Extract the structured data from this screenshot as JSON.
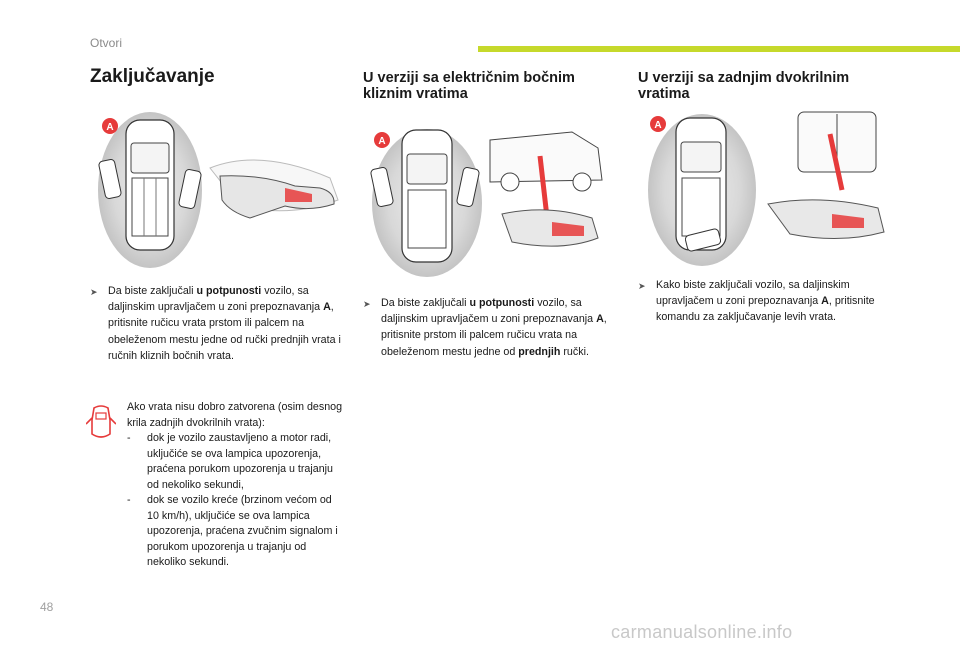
{
  "header": {
    "section": "Otvori",
    "accent_color": "#c6d92b"
  },
  "title": "Zaključavanje",
  "col2_title": "U verziji sa električnim bočnim kliznim vratima",
  "col3_title": "U verziji sa zadnjim dvokrilnim vratima",
  "zone_label": "A",
  "accent_red": "#e63b3b",
  "col1_bullet": {
    "pre": "Da biste zaključali ",
    "bold": "u potpunosti",
    "post": " vozilo, sa daljinskim upravljačem u zoni prepoznavanja ",
    "bold2": "A",
    "post2": ", pritisnite ručicu vrata prstom ili palcem na obeleženom mestu jedne od ručki prednjih vrata i ručnih kliznih bočnih vrata."
  },
  "col2_bullet": {
    "pre": "Da biste zaključali ",
    "bold": "u potpunosti",
    "post": " vozilo, sa daljinskim upravljačem u zoni prepoznavanja ",
    "bold2": "A",
    "post2": ", pritisnite prstom ili palcem ručicu vrata na obeleženom mestu jedne od ",
    "bold3": "prednjih",
    "post3": " ručki."
  },
  "col3_bullet": {
    "pre": "Kako biste zaključali vozilo, sa daljinskim upravljačem u zoni prepoznavanja ",
    "bold": "A",
    "post": ", pritisnite komandu za zaključavanje levih vrata."
  },
  "warning": {
    "intro": "Ako vrata nisu dobro zatvorena (osim desnog krila zadnjih dvokrilnih vrata):",
    "items": [
      "dok je vozilo zaustavljeno a motor radi, uključiće se ova lampica upozorenja, praćena porukom upozorenja u trajanju od nekoliko sekundi,",
      "dok se vozilo kreće (brzinom većom od 10 km/h), uključiće se ova lampica upozorenja, praćena zvučnim signalom i porukom upozorenja u trajanju od nekoliko sekundi."
    ]
  },
  "footer": {
    "page": "48",
    "watermark": "carmanualsonline.info"
  }
}
